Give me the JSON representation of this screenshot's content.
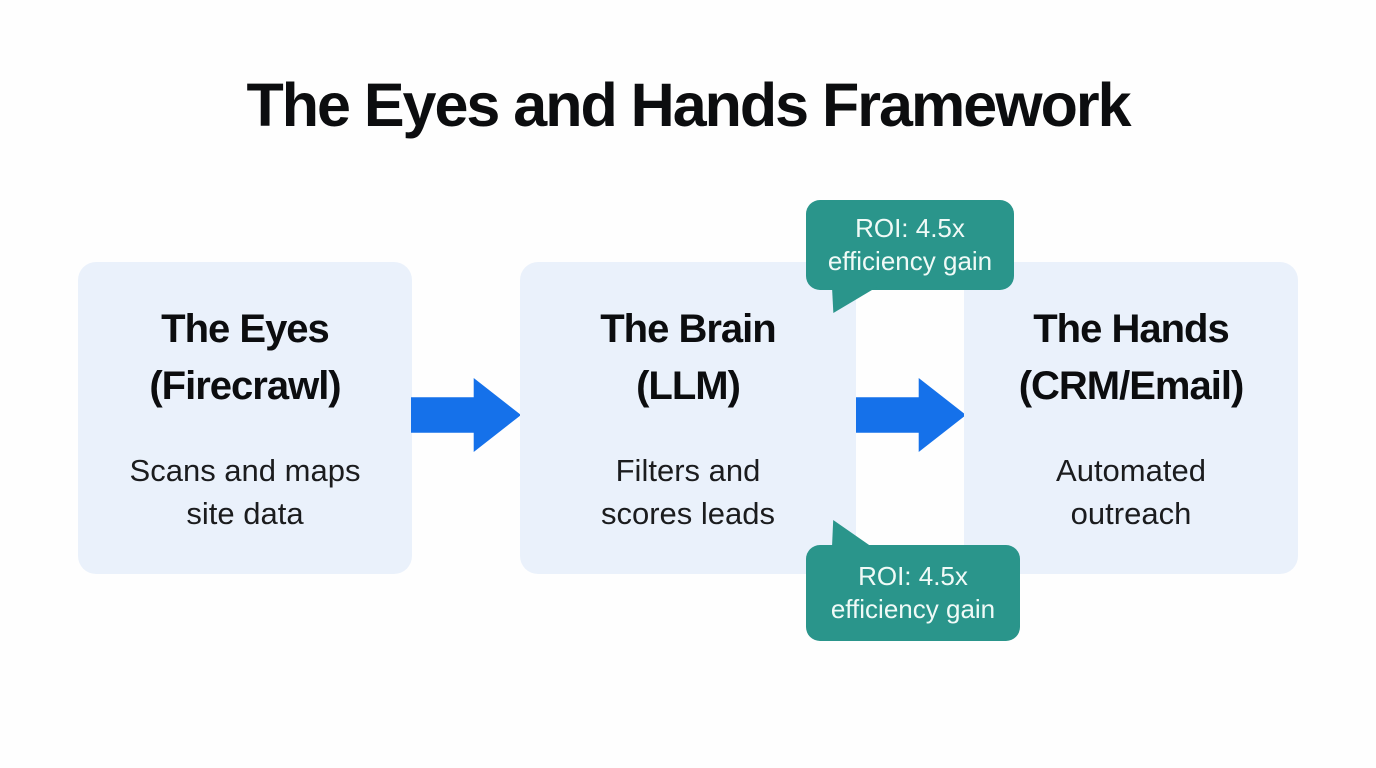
{
  "title": "The Eyes and Hands Framework",
  "diagram": {
    "nodes": [
      {
        "id": "eyes",
        "heading_lines": [
          "The Eyes",
          "(Firecrawl)"
        ],
        "body_lines": [
          "Scans and maps",
          "site data"
        ]
      },
      {
        "id": "brain",
        "heading_lines": [
          "The Brain",
          "(LLM)"
        ],
        "body_lines": [
          "Filters and",
          "scores leads"
        ]
      },
      {
        "id": "hands",
        "heading_lines": [
          "The Hands",
          "(CRM/Email)"
        ],
        "body_lines": [
          "Automated",
          "outreach"
        ]
      }
    ],
    "callouts": [
      {
        "position": "top",
        "lines": [
          "ROI: 4.5x",
          "efficiency gain"
        ]
      },
      {
        "position": "bottom",
        "lines": [
          "ROI: 4.5x",
          "efficiency gain"
        ]
      }
    ],
    "colors": {
      "background": "#fefefe",
      "node_fill": "#eaf1fb",
      "arrow": "#1571ea",
      "callout_fill": "#2a958b",
      "callout_text": "#f0faf7",
      "heading_text": "#0c0d0f",
      "body_text": "#1b1c1e"
    }
  }
}
